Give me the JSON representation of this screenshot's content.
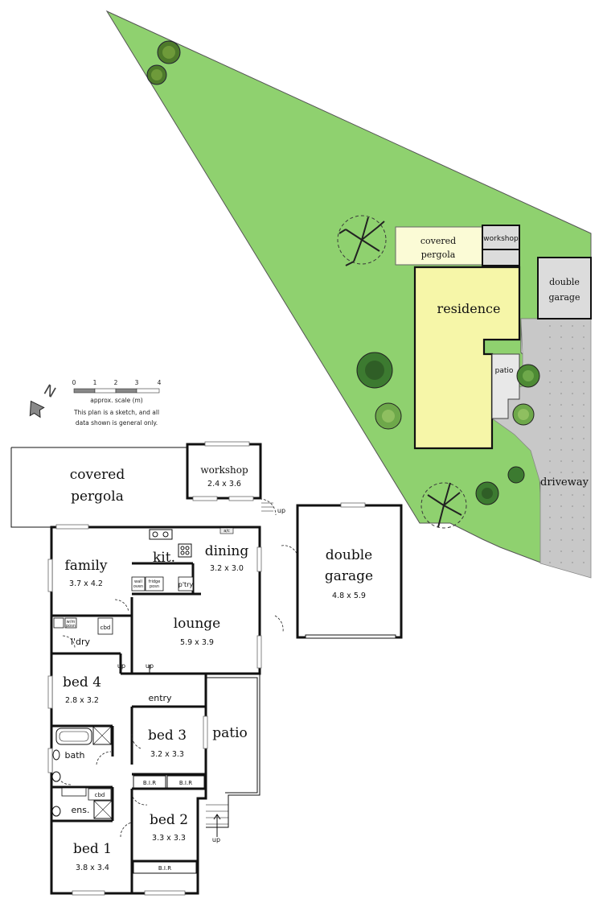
{
  "site": {
    "residence": "residence",
    "covered_pergola_line1": "covered",
    "covered_pergola_line2": "pergola",
    "workshop": "workshop",
    "garage_line1": "double",
    "garage_line2": "garage",
    "patio": "patio",
    "driveway": "driveway"
  },
  "scale_bar": {
    "ticks": [
      "0",
      "1",
      "2",
      "3",
      "4"
    ],
    "caption": "approx. scale (m)",
    "disclaimer_line1": "This plan is a sketch, and all",
    "disclaimer_line2": "data shown is general only."
  },
  "compass": {
    "letter": "N"
  },
  "rooms": {
    "pergola_line1": "covered",
    "pergola_line2": "pergola",
    "workshop": {
      "name": "workshop",
      "dims": "2.4 x 3.6"
    },
    "family": {
      "name": "family",
      "dims": "3.7 x 4.2"
    },
    "kitchen": {
      "name": "kit."
    },
    "dining": {
      "name": "dining",
      "dims": "3.2 x 3.0"
    },
    "lounge": {
      "name": "lounge",
      "dims": "5.9 x 3.9"
    },
    "garage": {
      "name_line1": "double",
      "name_line2": "garage",
      "dims": "4.8 x 5.9"
    },
    "bed4": {
      "name": "bed 4",
      "dims": "2.8 x 3.2"
    },
    "bed3": {
      "name": "bed 3",
      "dims": "3.2 x 3.3"
    },
    "bed2": {
      "name": "bed 2",
      "dims": "3.3 x 3.3"
    },
    "bed1": {
      "name": "bed 1",
      "dims": "3.8 x 3.4"
    },
    "patio": {
      "name": "patio"
    },
    "bath": {
      "name": "bath"
    },
    "ensuite": {
      "name": "ens."
    },
    "laundry": {
      "name": "l'dry"
    },
    "entry": {
      "name": "entry"
    }
  },
  "fixtures": {
    "cbd": "cbd",
    "cbd2": "cbd",
    "bir1": "B.I.R",
    "bir2": "B.I.R",
    "bir3": "B.I.R",
    "pantry": "p'try",
    "wall_oven_line1": "wall",
    "wall_oven_line2": "oven",
    "fridge_line1": "fridge",
    "fridge_line2": "posn",
    "wm": "w/m",
    "wm_posn": "posn",
    "ac": "a/c"
  },
  "markers": {
    "up1": "up",
    "up2": "up",
    "up3": "up",
    "up4": "up"
  },
  "colors": {
    "lawn": "#8fd16f",
    "residence_fill": "#f6f6a8",
    "pergola_fill": "#fbfbd6",
    "driveway_fill": "#c8c8c8",
    "garage_fill": "#dcdcdc",
    "patio_fill": "#e8e8e8",
    "wall": "#111111"
  }
}
